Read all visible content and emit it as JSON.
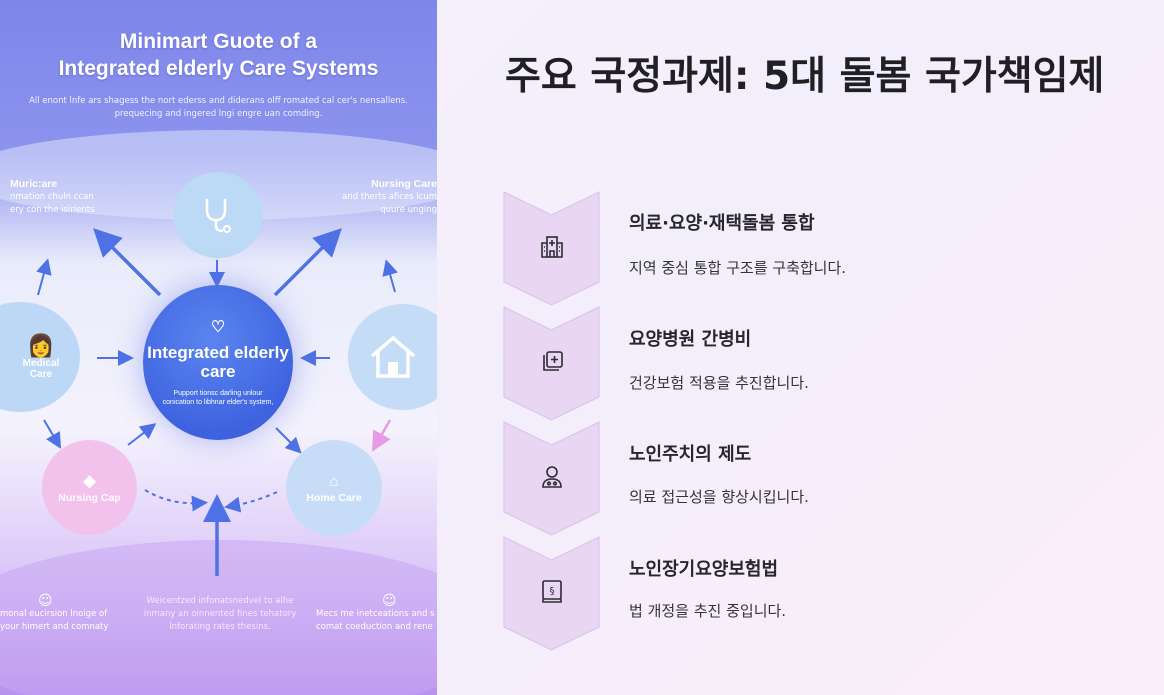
{
  "infographic": {
    "title_line1": "Minimart Guote of a",
    "title_line2": "Integrated elderly Care Systems",
    "subtitle_line1": "All enont lnfe ars shagess the nort ederss and diderans olff romated cal cer's nensallens.",
    "subtitle_line2": "prequecing and ingered lngi engre uan comding.",
    "center_title": "Integrated elderly care",
    "center_body": "Pupport tionsc darling unlour conication to libhnar elder's system,",
    "left_top_heading": "Muric:are",
    "left_top_line1": "nmation chuln ccan",
    "left_top_line2": "ery con the isirlents",
    "right_top_heading": "Nursing Care",
    "right_top_line1": "and therts afices lcum",
    "right_top_line2": "quure  unging",
    "left_circle_label": "Medical Care",
    "nursing_circle_label": "Nursing Cap",
    "home_circle_label": "Home Care",
    "bottom_center_line1": "Weicentzed infonatsnedvel to alhe",
    "bottom_center_line2": "inmany an oinnented fines tehatory",
    "bottom_center_line3": "lnforating rates thesins.",
    "bottom_left_line1": "monal eucirsion lnoige of",
    "bottom_left_line2": "your himert and comnaty",
    "bottom_right_line1": "Mecs me inetceations and s",
    "bottom_right_line2": "comat coeduction and rene",
    "colors": {
      "accent_blue": "#3f63e0",
      "arrow_blue": "#4e72e6",
      "arrow_pink": "#e79ae6"
    }
  },
  "page": {
    "title": "주요 국정과제: 5대 돌봄 국가책임제"
  },
  "items": [
    {
      "icon": "hospital-icon",
      "title": "의료·요양·재택돌봄 통합",
      "description": "지역 중심 통합 구조를 구축합니다."
    },
    {
      "icon": "medical-cross-icon",
      "title": "요양병원 간병비",
      "description": "건강보험 적용을 추진합니다."
    },
    {
      "icon": "doctor-icon",
      "title": "노인주치의 제도",
      "description": "의료 접근성을 향상시킵니다."
    },
    {
      "icon": "law-book-icon",
      "title": "노인장기요양보험법",
      "description": "법 개정을 추진 중입니다."
    }
  ],
  "colors": {
    "chevron_fill": "#e8d6f2",
    "chevron_stroke": "#d7c1ea",
    "text_dark": "#1f1f24"
  }
}
